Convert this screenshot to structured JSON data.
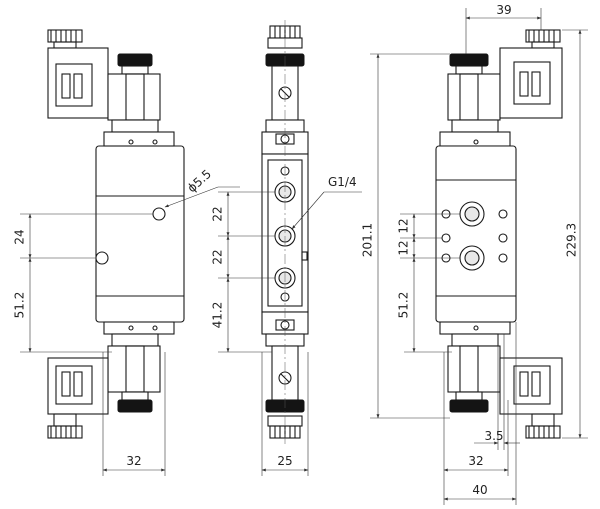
{
  "colors": {
    "line": "#1a1a1a",
    "background": "#ffffff",
    "dimension": "#333333"
  },
  "dimensions": {
    "left": {
      "hole_dia": "ϕ5.5",
      "d24": "24",
      "d51_2": "51.2",
      "width": "32"
    },
    "middle": {
      "thread": "G1/4",
      "d22a": "22",
      "d22b": "22",
      "d41_2": "41.2",
      "width": "25"
    },
    "right": {
      "d39": "39",
      "d12a": "12",
      "d12b": "12",
      "d51_2": "51.2",
      "d201_1": "201.1",
      "d229_3": "229.3",
      "d3_5": "3.5",
      "d32": "32",
      "d40": "40"
    }
  }
}
